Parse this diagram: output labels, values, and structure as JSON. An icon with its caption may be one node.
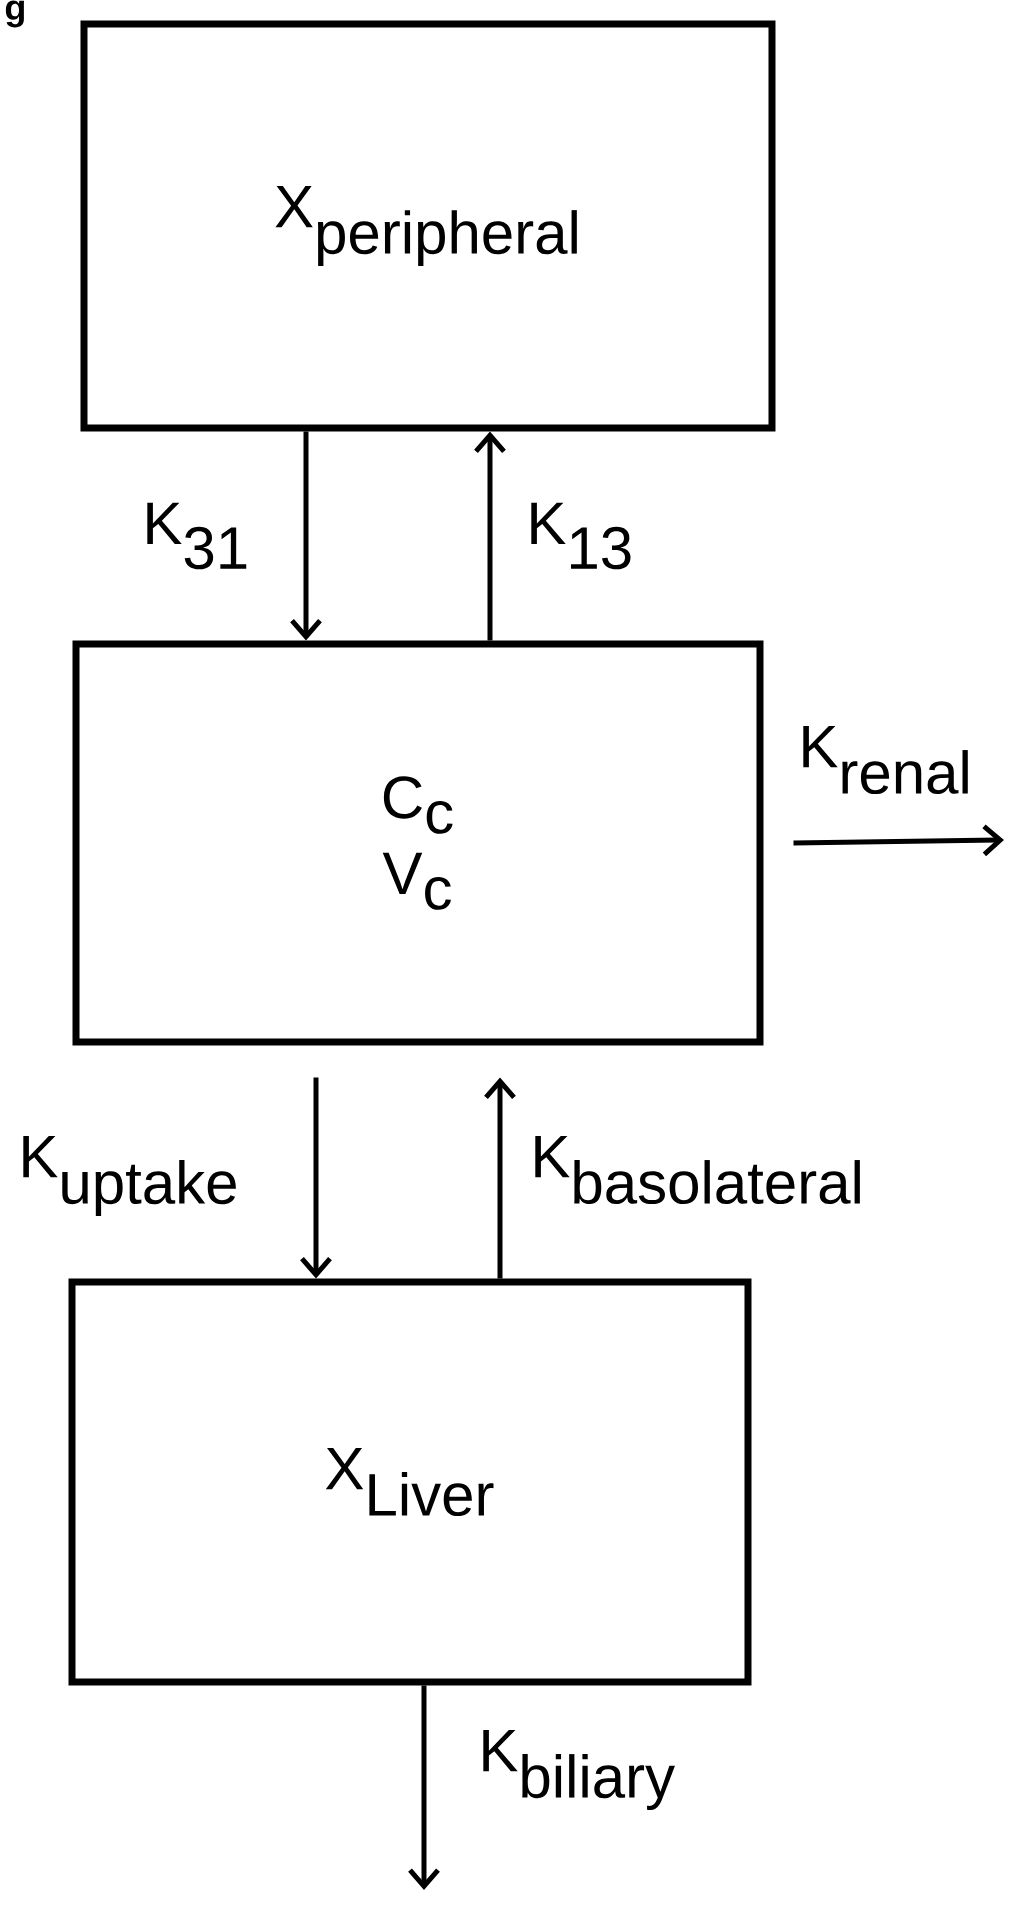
{
  "diagram": {
    "nodes": [
      {
        "text": [
          "\\textrm{X}_{\\textrm{peripheral}}"
        ]
      },
      {
        "text": [
          "\\textrm{C}_{\\textrm{c}}",
          "\\textrm{V}_{\\textrm{c}}"
        ]
      },
      {
        "text": [
          "\\textrm{X}_{\\textrm{Liver}}"
        ]
      }
    ],
    "edges": [
      {
        "from": 0,
        "to": 1,
        "arrow": "to",
        "label": "\\textrm{K}_{\\textrm{31}}"
      },
      {
        "from": 1,
        "to": 0,
        "arrow": "to",
        "label": "\\textrm{K}_{\\textrm{13}}"
      },
      {
        "from": 1,
        "to": null,
        "arrow": "to",
        "label": "\\textrm{K}_{\\textrm{renal}}"
      },
      {
        "from": 1,
        "to": 2,
        "arrow": "to",
        "label": "\\textrm{K}_{\\textrm{uptake}}"
      },
      {
        "from": 2,
        "to": 1,
        "arrow": "to",
        "label": "\\textrm{K}_{\\textrm{basolateral}}"
      },
      {
        "from": 2,
        "to": null,
        "arrow": "to",
        "label": "\\textrm{K}_{\\textrm{biliary}}"
      }
    ],
    "labels": [
      "g"
    ]
  }
}
